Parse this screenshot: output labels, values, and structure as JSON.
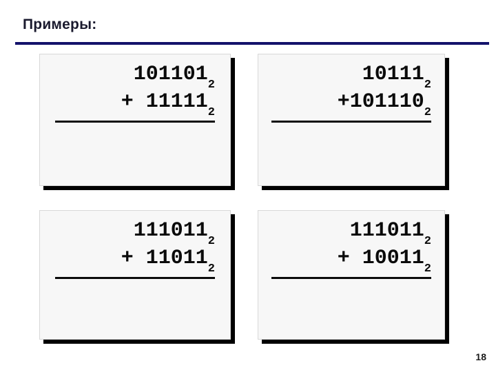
{
  "slide": {
    "title": "Примеры:",
    "page_number": "18",
    "accent_color": "#13126b",
    "box_fill": "#f7f7f7",
    "ink_color": "#0a0a0a"
  },
  "examples": [
    {
      "id": "r1c1",
      "operand1": "101101",
      "operand1_base": "2",
      "operator": "+",
      "operand2": "11111",
      "operand2_base": "2",
      "row1_text": " 101101",
      "row2_text": "+ 11111",
      "result": ""
    },
    {
      "id": "r1c2",
      "operand1": "10111",
      "operand1_base": "2",
      "operator": "+",
      "operand2": "101110",
      "operand2_base": "2",
      "row1_text": "  10111",
      "row2_text": "+101110",
      "result": ""
    },
    {
      "id": "r2c1",
      "operand1": "111011",
      "operand1_base": "2",
      "operator": "+",
      "operand2": "11011",
      "operand2_base": "2",
      "row1_text": " 111011",
      "row2_text": "+ 11011",
      "result": ""
    },
    {
      "id": "r2c2",
      "operand1": "111011",
      "operand1_base": "2",
      "operator": "+",
      "operand2": "10011",
      "operand2_base": "2",
      "row1_text": " 111011",
      "row2_text": "+ 10011",
      "result": ""
    }
  ]
}
